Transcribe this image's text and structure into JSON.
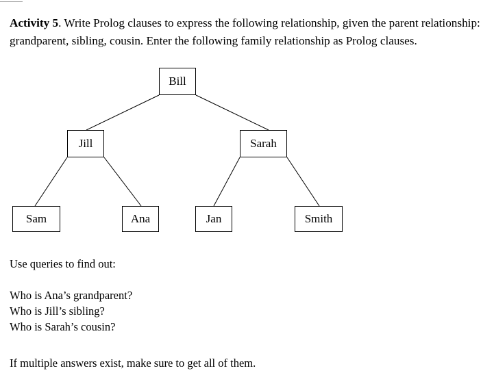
{
  "document": {
    "activity_label": "Activity 5",
    "intro_rest": ". Write Prolog clauses to express the following relationship, given the parent relationship: grandparent, sibling, cousin. Enter the following family relationship as Prolog clauses.",
    "queries_heading": "Use queries to find out:",
    "queries": "Who is Ana’s grandparent?\nWho is Jill’s sibling?\nWho is Sarah’s cousin?",
    "closing_note": "If multiple answers exist, make sure to get all of them."
  },
  "family_tree": {
    "nodes": {
      "bill": "Bill",
      "jill": "Jill",
      "sarah": "Sarah",
      "sam": "Sam",
      "ana": "Ana",
      "jan": "Jan",
      "smith": "Smith"
    },
    "edges": [
      {
        "from": "bill",
        "to": "jill"
      },
      {
        "from": "bill",
        "to": "sarah"
      },
      {
        "from": "jill",
        "to": "sam"
      },
      {
        "from": "jill",
        "to": "ana"
      },
      {
        "from": "sarah",
        "to": "jan"
      },
      {
        "from": "sarah",
        "to": "smith"
      }
    ],
    "colors": {
      "box_border": "#000000",
      "box_fill": "#ffffff",
      "edge_line": "#000000",
      "text": "#000000"
    }
  }
}
